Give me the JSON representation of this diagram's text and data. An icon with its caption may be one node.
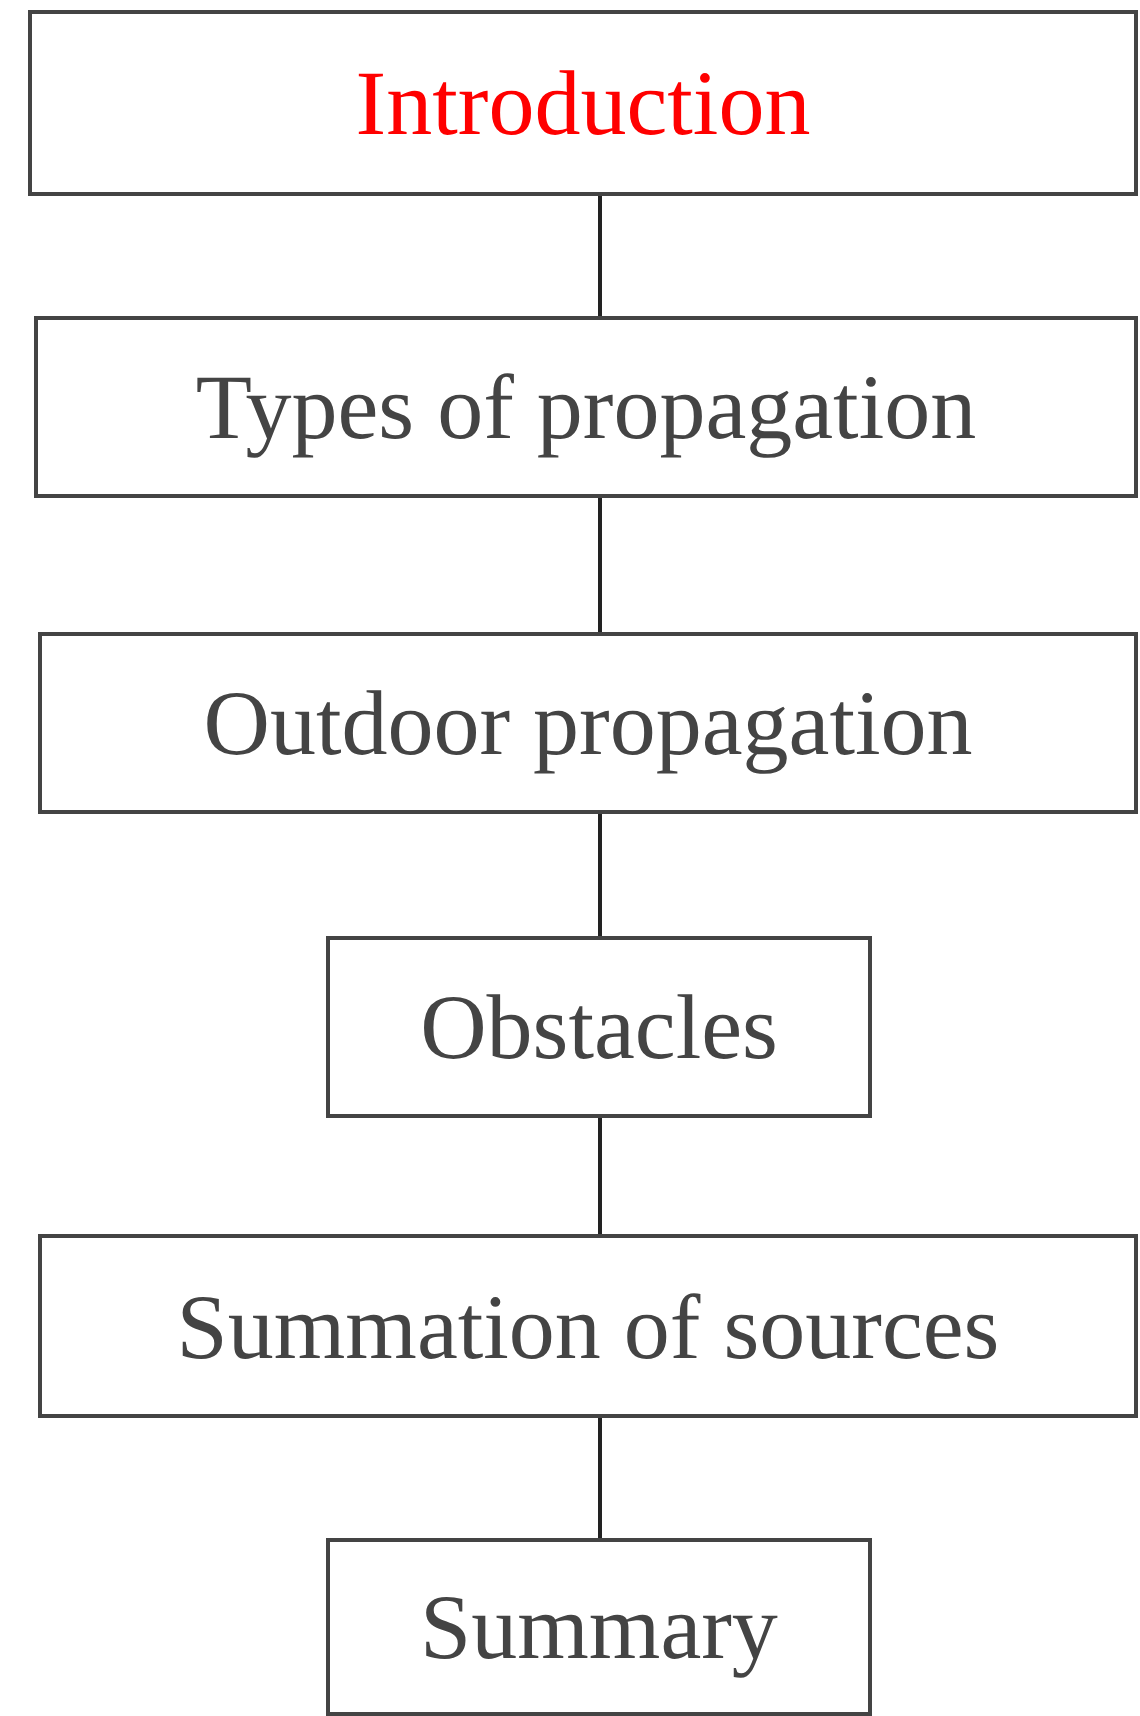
{
  "diagram": {
    "nodes": [
      {
        "text": [
          "Introduction"
        ]
      },
      {
        "text": [
          "Types of propagation"
        ]
      },
      {
        "text": [
          "Outdoor propagation"
        ]
      },
      {
        "text": [
          "Obstacles"
        ]
      },
      {
        "text": [
          "Summation of sources"
        ]
      },
      {
        "text": [
          "Summary"
        ]
      }
    ],
    "edges": [
      {
        "from": 0,
        "to": 1,
        "arrow": "none"
      },
      {
        "from": 1,
        "to": 2,
        "arrow": "none"
      },
      {
        "from": 2,
        "to": 3,
        "arrow": "none"
      },
      {
        "from": 3,
        "to": 4,
        "arrow": "none"
      },
      {
        "from": 4,
        "to": 5,
        "arrow": "none"
      }
    ]
  }
}
